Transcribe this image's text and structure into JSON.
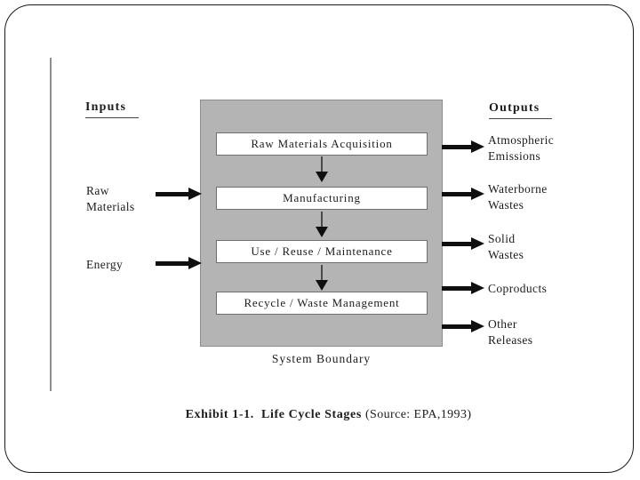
{
  "slide": {
    "inputs_header": "Inputs",
    "outputs_header": "Outputs",
    "stages": [
      "Raw Materials Acquisition",
      "Manufacturing",
      "Use / Reuse / Maintenance",
      "Recycle / Waste Management"
    ],
    "inputs": [
      [
        "Raw",
        "Materials"
      ],
      [
        "Energy"
      ]
    ],
    "outputs": [
      [
        "Atmospheric",
        "Emissions"
      ],
      [
        "Waterborne",
        "Wastes"
      ],
      [
        "Solid",
        "Wastes"
      ],
      [
        "Coproducts"
      ],
      [
        "Other",
        "Releases"
      ]
    ],
    "system_boundary": "System Boundary",
    "caption": {
      "title": "Exhibit 1-1.  Life Cycle Stages ",
      "source": "(Source: EPA,1993)"
    },
    "colors": {
      "boundary_fill": "#b4b4b4",
      "stage_fill": "#ffffff",
      "arrow": "#0f0f0f",
      "text": "#1c1c1c"
    }
  }
}
